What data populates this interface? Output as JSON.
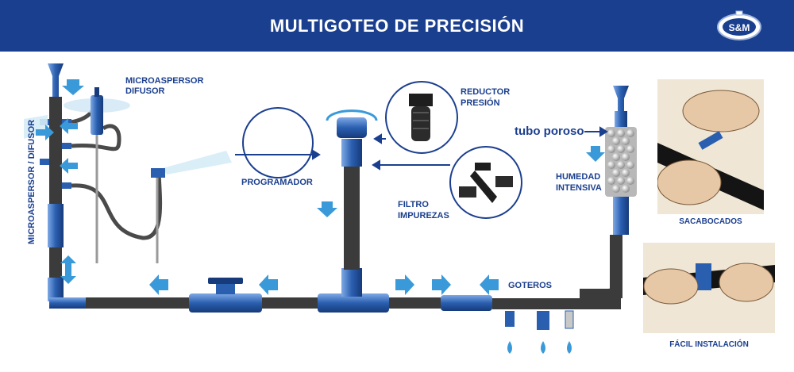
{
  "header": {
    "title": "MULTIGOTEO DE PRECISIÓN",
    "logo_text": "S&M"
  },
  "labels": {
    "microaspersor": "MICROASPERSOR",
    "difusor": "DIFUSOR",
    "vertical": "MICROASPERSOR / DIFUSOR",
    "programador": "PROGRAMADOR",
    "reductor_1": "REDUCTOR",
    "reductor_2": "PRESIÓN",
    "filtro_1": "FILTRO",
    "filtro_2": "IMPUREZAS",
    "tubo_poroso": "tubo poroso",
    "humedad_1": "HUMEDAD",
    "humedad_2": "INTENSIVA",
    "goteros": "GOTEROS",
    "sacabocados": "SACABOCADOS",
    "facil": "FÁCIL INSTALACIÓN"
  },
  "colors": {
    "brand_blue": "#1b3f8f",
    "arrow_blue": "#3a9ad9",
    "pipe_dark": "#3b3b3b",
    "fitting_blue": "#2a5fb0"
  }
}
